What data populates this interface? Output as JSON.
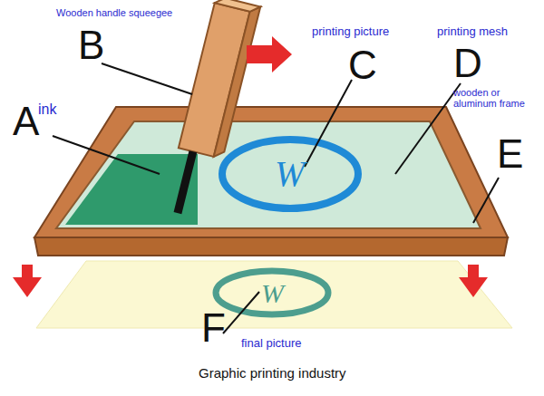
{
  "diagram": {
    "caption": "Graphic printing industry",
    "labels": [
      "Wooden handle squeegee",
      "B",
      "printing picture",
      "C",
      "printing mesh",
      "D",
      "wooden or aluminum frame",
      "A",
      "ink",
      "W",
      "E",
      "W",
      "F",
      "final picture"
    ]
  }
}
